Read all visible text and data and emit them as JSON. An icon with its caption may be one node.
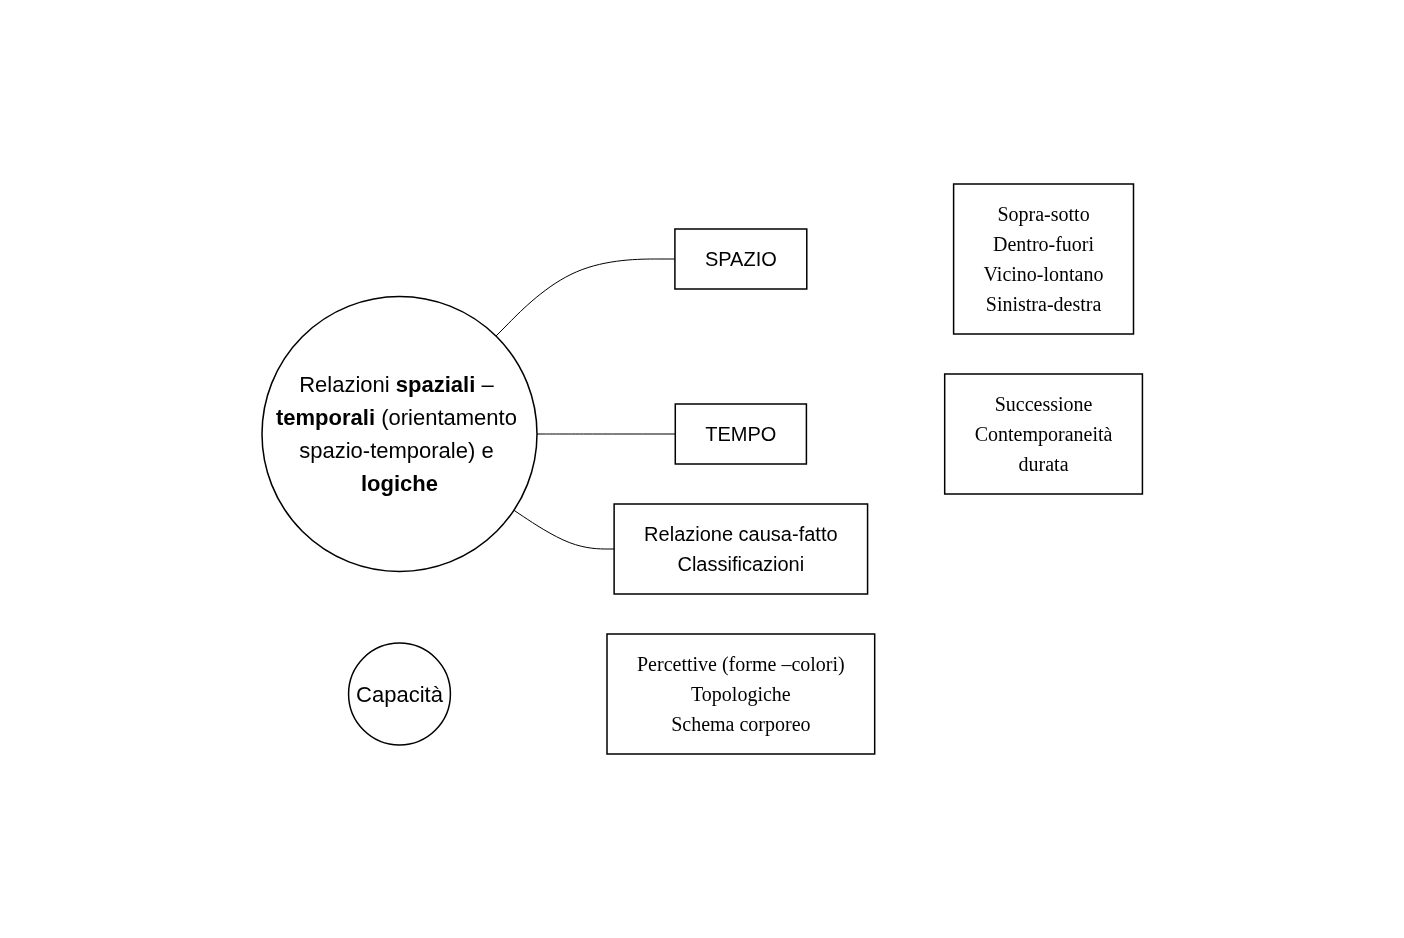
{
  "diagram": {
    "nodes": [
      {
        "text": [
          "Relazioni **spaziali** – **temporali** (orientamento spazio-temporale) e **logiche**"
        ]
      },
      {
        "text": [
          "SPAZIO"
        ]
      },
      {
        "text": [
          "Sopra-sotto",
          "Dentro-fuori",
          "Vicino-lontano",
          "Sinistra-destra"
        ]
      },
      {
        "text": [
          "TEMPO"
        ]
      },
      {
        "text": [
          "Successione",
          "Contemporaneità",
          "durata"
        ]
      },
      {
        "text": [
          "Relazione causa-fatto",
          "Classificazioni"
        ]
      },
      {
        "text": [
          "Capacità"
        ]
      },
      {
        "text": [
          "Percettive (forme –colori)",
          "Topologiche",
          "Schema corporeo"
        ]
      }
    ],
    "edges": [
      {
        "from": 0,
        "to": 1,
        "arrow": "none"
      },
      {
        "from": 0,
        "to": 3,
        "arrow": "none"
      },
      {
        "from": 0,
        "to": 5,
        "arrow": "none"
      }
    ]
  }
}
